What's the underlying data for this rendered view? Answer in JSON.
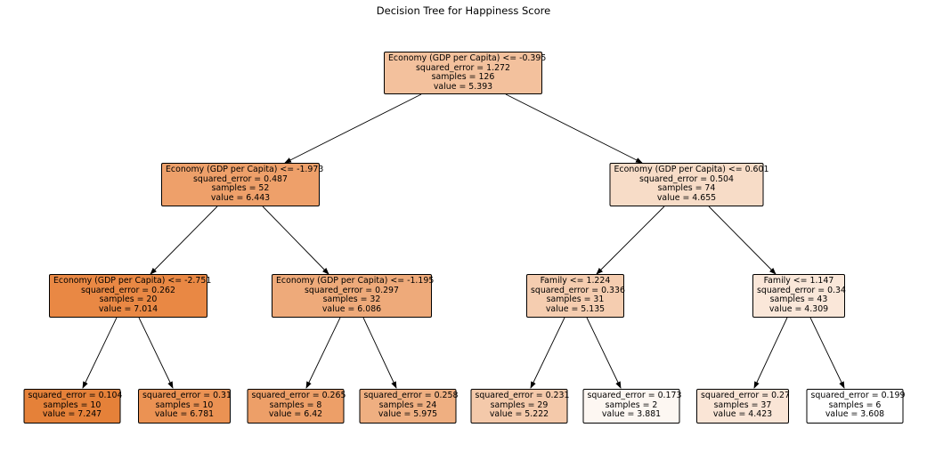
{
  "title": "Decision Tree for Happiness Score",
  "nodes": [
    {
      "id": "n0",
      "split": "Economy (GDP per Capita) <= -0.395",
      "error": "squared_error = 1.272",
      "samples": "samples = 126",
      "value": "value = 5.393",
      "fill": "#f3c19d"
    },
    {
      "id": "n1",
      "split": "Economy (GDP per Capita) <= -1.973",
      "error": "squared_error = 0.487",
      "samples": "samples = 52",
      "value": "value = 6.443",
      "fill": "#eea06a"
    },
    {
      "id": "n2",
      "split": "Economy (GDP per Capita) <= 0.601",
      "error": "squared_error = 0.504",
      "samples": "samples = 74",
      "value": "value = 4.655",
      "fill": "#f7dcc7"
    },
    {
      "id": "n3",
      "split": "Economy (GDP per Capita) <= -2.751",
      "error": "squared_error = 0.262",
      "samples": "samples = 20",
      "value": "value = 7.014",
      "fill": "#e98844"
    },
    {
      "id": "n4",
      "split": "Economy (GDP per Capita) <= -1.195",
      "error": "squared_error = 0.297",
      "samples": "samples = 32",
      "value": "value = 6.086",
      "fill": "#eeaa7a"
    },
    {
      "id": "n5",
      "split": "Family <= 1.224",
      "error": "squared_error = 0.336",
      "samples": "samples = 31",
      "value": "value = 5.135",
      "fill": "#f5cdb0"
    },
    {
      "id": "n6",
      "split": "Family <= 1.147",
      "error": "squared_error = 0.34",
      "samples": "samples = 43",
      "value": "value = 4.309",
      "fill": "#fae7d9"
    },
    {
      "id": "n7",
      "split": "",
      "error": "squared_error = 0.104",
      "samples": "samples = 10",
      "value": "value = 7.247",
      "fill": "#e58139"
    },
    {
      "id": "n8",
      "split": "",
      "error": "squared_error = 0.31",
      "samples": "samples = 10",
      "value": "value = 6.781",
      "fill": "#eb9253"
    },
    {
      "id": "n9",
      "split": "",
      "error": "squared_error = 0.265",
      "samples": "samples = 8",
      "value": "value = 6.42",
      "fill": "#ed9f68"
    },
    {
      "id": "n10",
      "split": "",
      "error": "squared_error = 0.258",
      "samples": "samples = 24",
      "value": "value = 5.975",
      "fill": "#efaf81"
    },
    {
      "id": "n11",
      "split": "",
      "error": "squared_error = 0.231",
      "samples": "samples = 29",
      "value": "value = 5.222",
      "fill": "#f4c9aa"
    },
    {
      "id": "n12",
      "split": "",
      "error": "squared_error = 0.173",
      "samples": "samples = 2",
      "value": "value = 3.881",
      "fill": "#fdf7f2"
    },
    {
      "id": "n13",
      "split": "",
      "error": "squared_error = 0.27",
      "samples": "samples = 37",
      "value": "value = 4.423",
      "fill": "#fae5d6"
    },
    {
      "id": "n14",
      "split": "",
      "error": "squared_error = 0.199",
      "samples": "samples = 6",
      "value": "value = 3.608",
      "fill": "#ffffff"
    }
  ]
}
